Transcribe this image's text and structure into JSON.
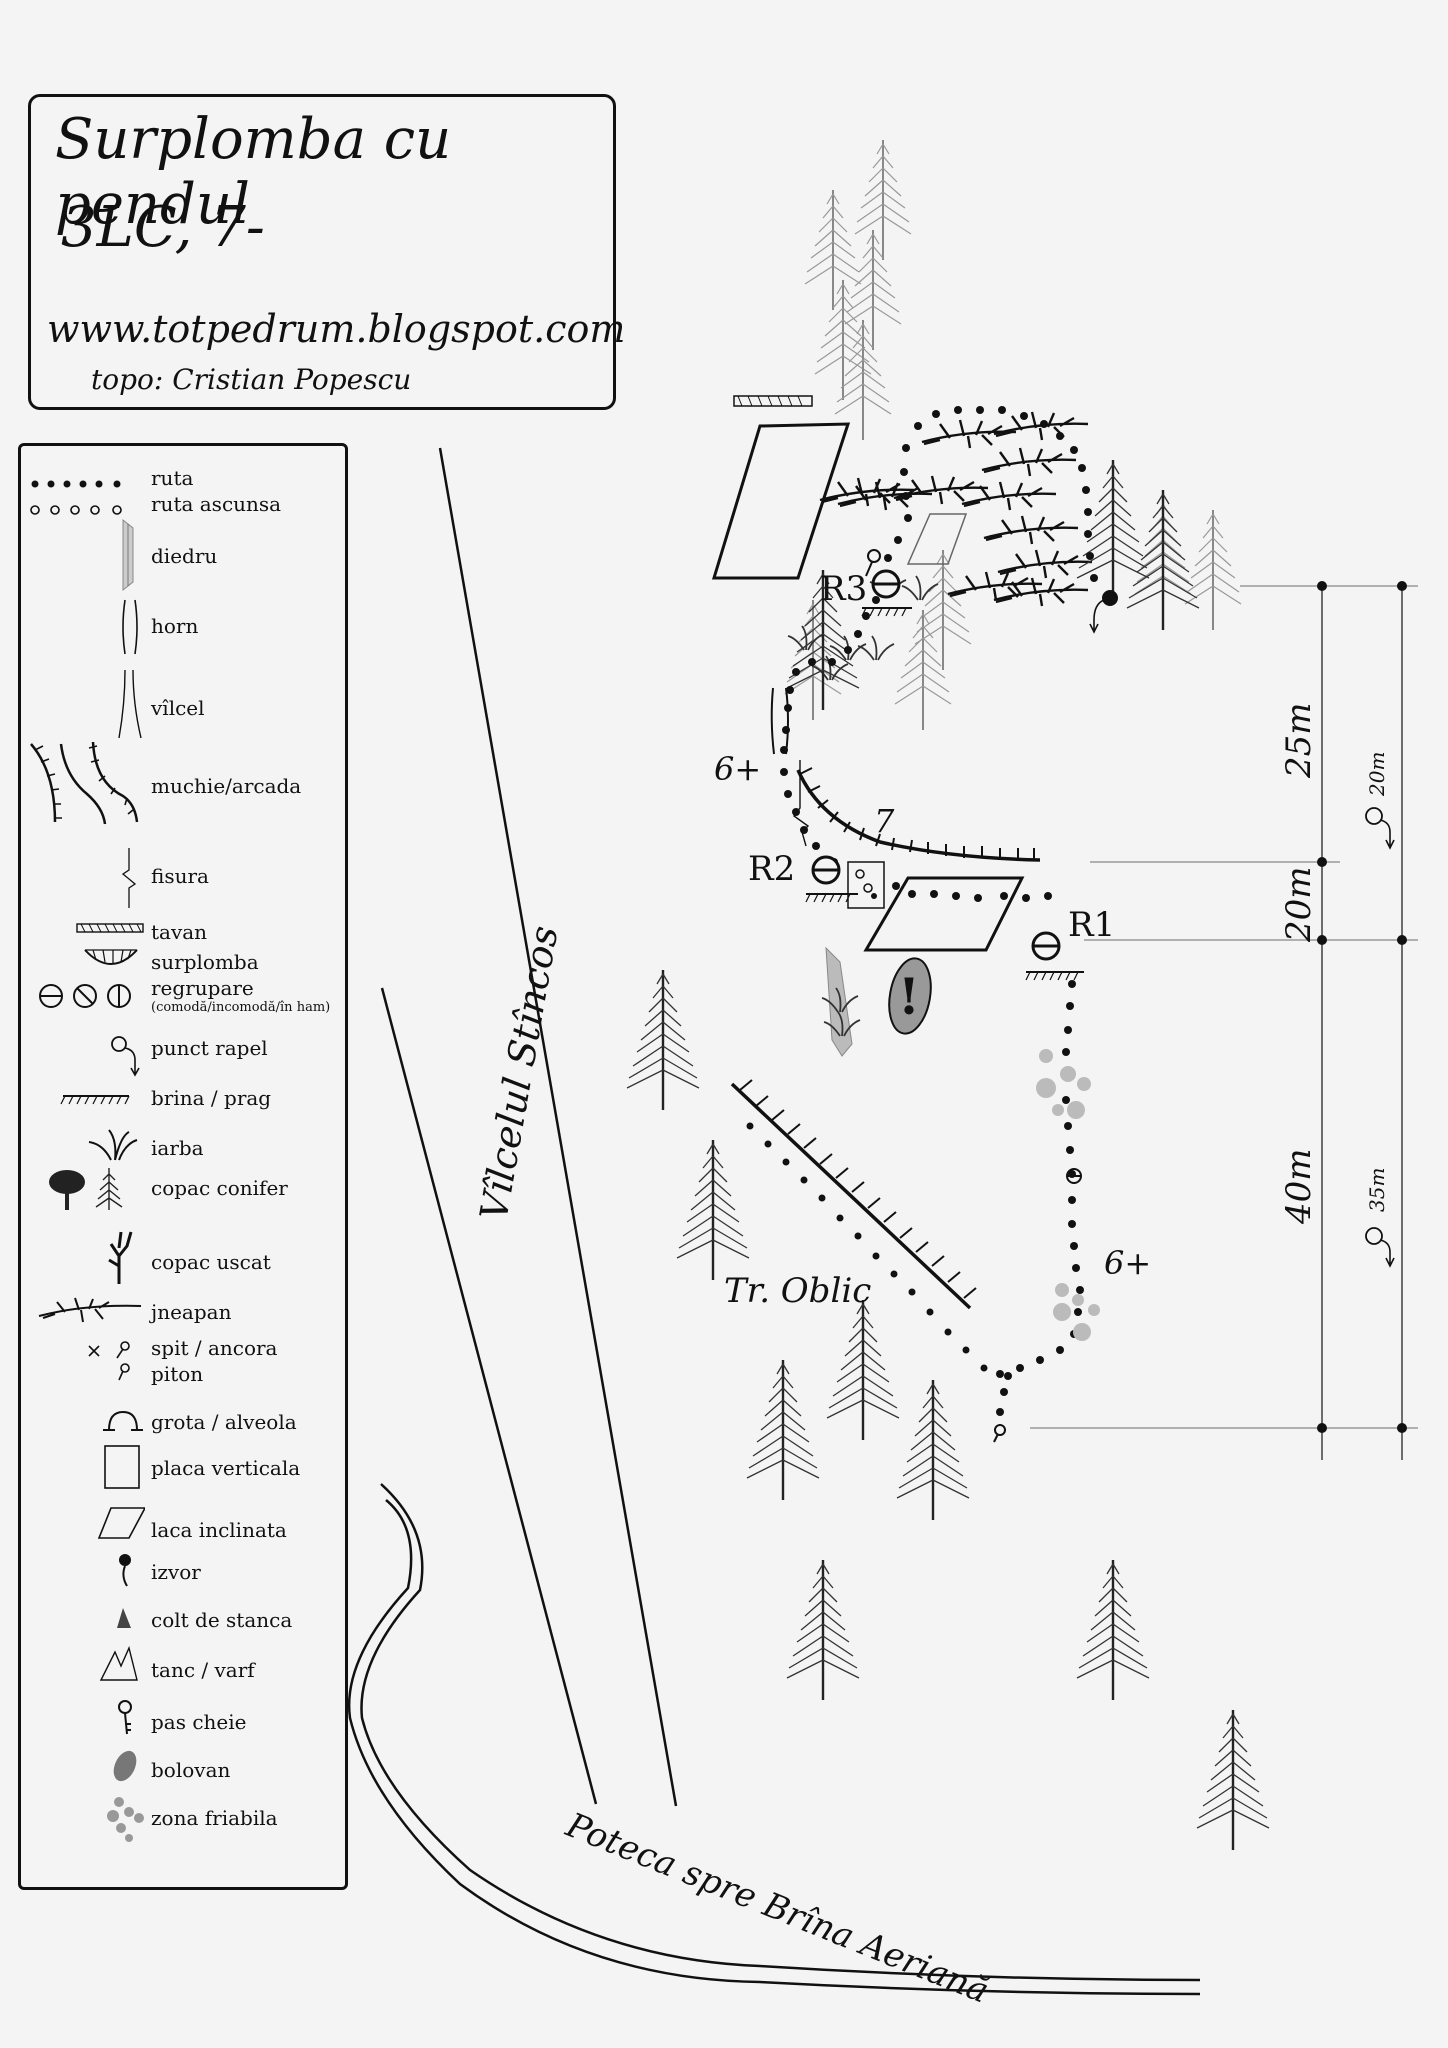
{
  "header": {
    "route_name": "Surplomba cu pendul",
    "grade": "3LC, 7-",
    "website": "www.totpedrum.blogspot.com",
    "author": "topo: Cristian Popescu"
  },
  "legend": {
    "items": [
      {
        "symbol": "dotted-line-icon",
        "label": "ruta"
      },
      {
        "symbol": "hollow-dotted-line-icon",
        "label": "ruta ascunsa"
      },
      {
        "symbol": "dihedral-icon",
        "label": "diedru"
      },
      {
        "symbol": "chimney-icon",
        "label": "horn"
      },
      {
        "symbol": "gully-icon",
        "label": "vîlcel"
      },
      {
        "symbol": "ridge-icon",
        "label": "muchie/arcada"
      },
      {
        "symbol": "crack-icon",
        "label": "fisura"
      },
      {
        "symbol": "roof-icon",
        "label": "tavan"
      },
      {
        "symbol": "overhang-icon",
        "label": "surplomba"
      },
      {
        "symbol": "belay-icon",
        "label": "regrupare",
        "sublabel": "(comodă/incomodă/în ham)"
      },
      {
        "symbol": "rappel-icon",
        "label": "punct rapel"
      },
      {
        "symbol": "ledge-icon",
        "label": "brina / prag"
      },
      {
        "symbol": "grass-icon",
        "label": "iarba"
      },
      {
        "symbol": "tree-icon",
        "label": "copac  conifer"
      },
      {
        "symbol": "dead-tree-icon",
        "label": "copac uscat"
      },
      {
        "symbol": "juniper-icon",
        "label": "jneapan"
      },
      {
        "symbol": "bolt-icon",
        "label": "spit / ancora",
        "label2": "piton"
      },
      {
        "symbol": "cave-icon",
        "label": "grota / alveola"
      },
      {
        "symbol": "vertical-slab-icon",
        "label": "placa verticala"
      },
      {
        "symbol": "slab-icon",
        "label": "laca inclinata"
      },
      {
        "symbol": "spring-icon",
        "label": "izvor"
      },
      {
        "symbol": "rock-point-icon",
        "label": "colt de stanca"
      },
      {
        "symbol": "peak-icon",
        "label": "tanc / varf"
      },
      {
        "symbol": "key-icon",
        "label": "pas cheie"
      },
      {
        "symbol": "boulder-icon",
        "label": "bolovan"
      },
      {
        "symbol": "loose-rock-icon",
        "label": "zona friabila"
      }
    ]
  },
  "map": {
    "gully_name": "Vîlcelul  Stîncos",
    "path_name": "Poteca spre Brîna Aeriană",
    "traverse_name": "Tr. Oblic",
    "belays": [
      "R1",
      "R2",
      "R3"
    ],
    "grade_labels": [
      "6+",
      "7",
      "6+"
    ],
    "pitch_lengths": [
      "25m",
      "20m",
      "40m"
    ],
    "rappel_lengths": [
      "20m",
      "35m"
    ],
    "warning": "!"
  }
}
